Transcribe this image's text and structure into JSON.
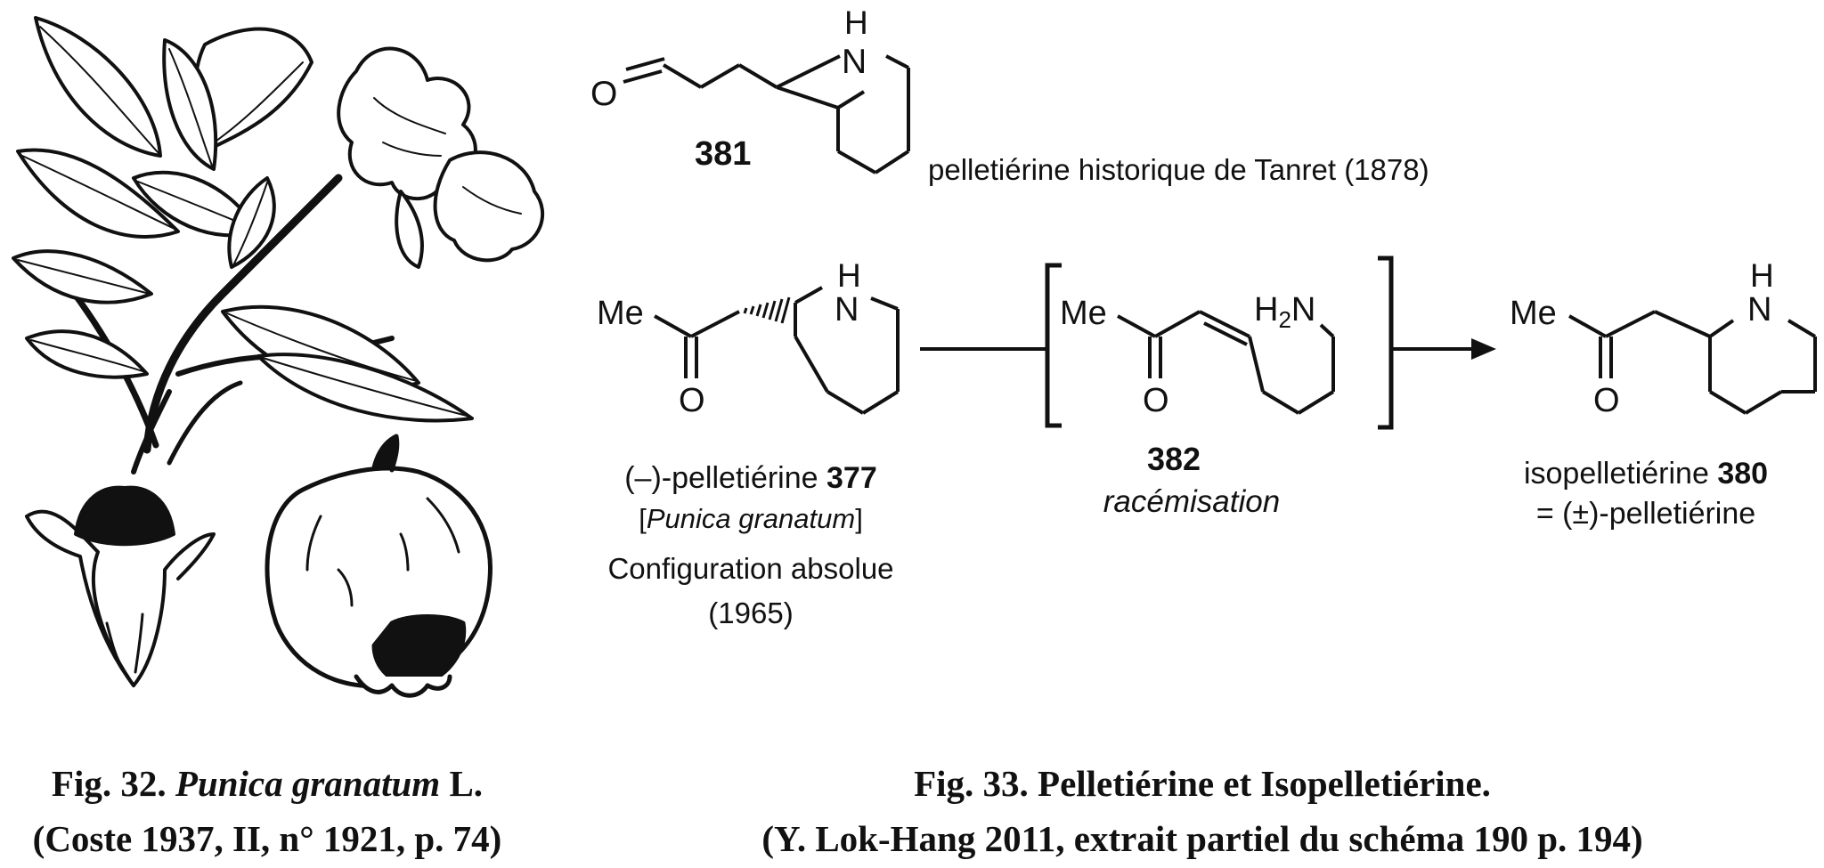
{
  "fig32": {
    "title_prefix": "Fig. 32.",
    "title_species": "Punica granatum",
    "title_suffix": "L.",
    "source": "(Coste 1937, II, n° 1921, p. 74)"
  },
  "fig33": {
    "title": "Fig. 33. Pelletiérine et Isopelletiérine.",
    "source": "(Y. Lok-Hang 2011, extrait partiel du schéma 190 p. 194)"
  },
  "compound_381": {
    "number": "381",
    "caption": "pelletiérine historique de Tanret (1878)",
    "atoms": {
      "O": "O",
      "N": "N",
      "H": "H"
    }
  },
  "compound_377": {
    "prefix": "(–)-pelletiérine",
    "number": "377",
    "source_open": "[",
    "source": "Punica granatum",
    "source_close": "]",
    "line3": "Configuration absolue",
    "line4": "(1965)",
    "atoms": {
      "Me": "Me",
      "O": "O",
      "N": "N",
      "H": "H"
    }
  },
  "compound_382": {
    "number": "382",
    "label": "racémisation",
    "atoms": {
      "Me": "Me",
      "O": "O",
      "H2N_H": "H",
      "H2N_2": "2",
      "H2N_N": "N"
    }
  },
  "compound_380": {
    "prefix": "isopelletiérine",
    "number": "380",
    "line2": "= (±)-pelletiérine",
    "atoms": {
      "Me": "Me",
      "O": "O",
      "N": "N",
      "H": "H"
    }
  }
}
